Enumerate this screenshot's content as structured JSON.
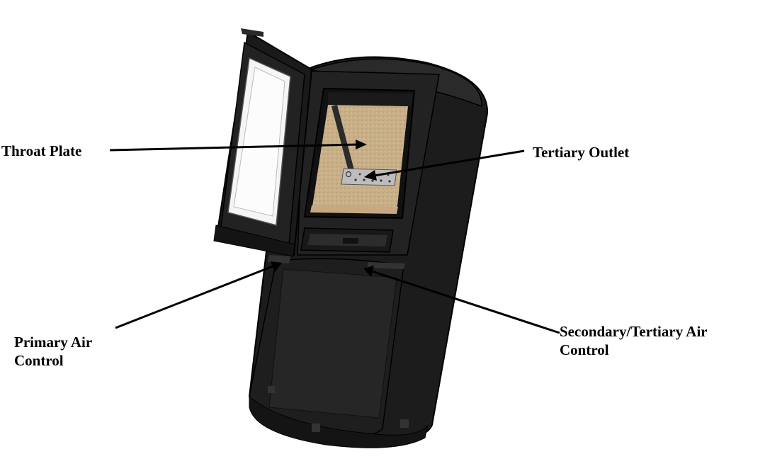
{
  "labels": {
    "throat_plate": "Throat Plate",
    "tertiary_outlet": "Tertiary Outlet",
    "primary_air_control": [
      "Primary Air",
      "Control"
    ],
    "secondary_tertiary_air_control": [
      "Secondary/Tertiary Air",
      "Control"
    ]
  },
  "colors": {
    "stove_body": "#1b1b1b",
    "firebrick": "#c8b088",
    "glass": "#f4f4f4",
    "steel_plate": "#b8b8b8",
    "leader_line": "#000000"
  }
}
